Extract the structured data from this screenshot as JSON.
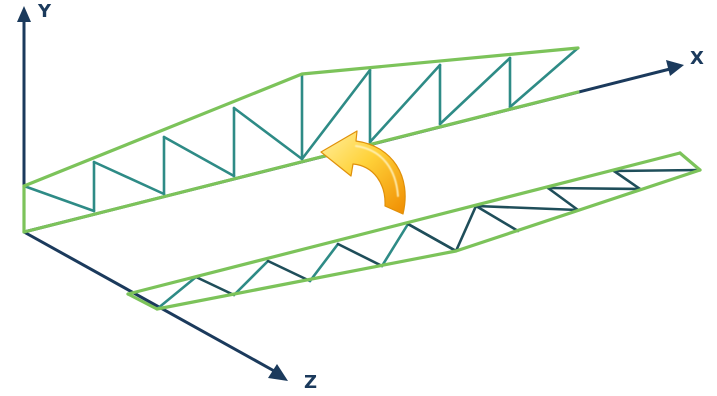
{
  "axes": {
    "x_label": "X",
    "y_label": "Y",
    "z_label": "Z"
  },
  "colors": {
    "axis": "#1b3a5c",
    "truss_chord": "#7cc35a",
    "truss_web_vertical": "#2e8b86",
    "truss_web_flat": "#1f4e5a",
    "arrow_light": "#ffe27a",
    "arrow_dark": "#f5a30f"
  },
  "icons": {
    "rotation_arrow": "curved-arrow-icon"
  }
}
